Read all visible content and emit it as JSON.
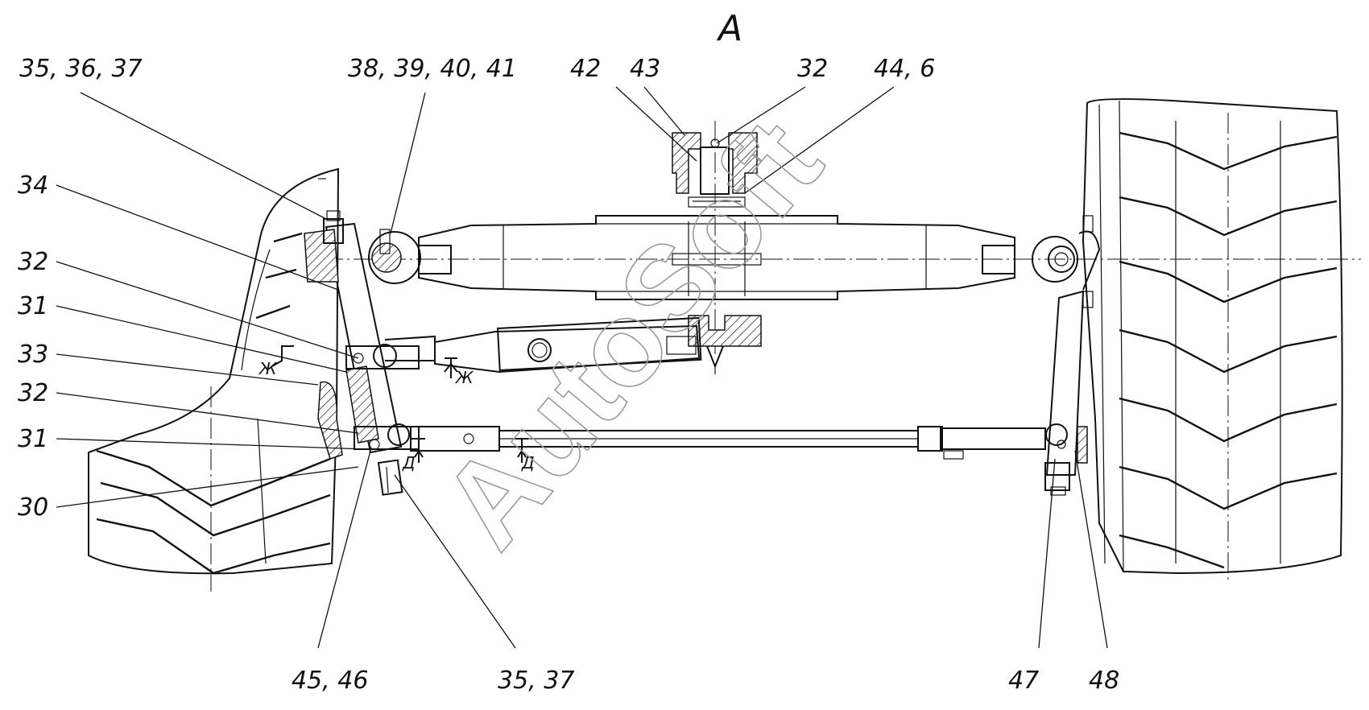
{
  "view_label": "A",
  "watermark": "AutoSoft",
  "callouts": {
    "c_35_36_37": "35, 36, 37",
    "c_38_41": "38, 39, 40, 41",
    "c_42": "42",
    "c_43": "43",
    "c_32_top": "32",
    "c_44_6": "44, 6",
    "c_34": "34",
    "c_32_a": "32",
    "c_31_a": "31",
    "c_33": "33",
    "c_32_b": "32",
    "c_31_b": "31",
    "c_30": "30",
    "c_45_46": "45, 46",
    "c_35_37": "35, 37",
    "c_47": "47",
    "c_48": "48"
  },
  "section_marks": {
    "zh_left": "Ж",
    "zh_right": "Ж",
    "d_left": "Д",
    "d_right": "Д"
  }
}
